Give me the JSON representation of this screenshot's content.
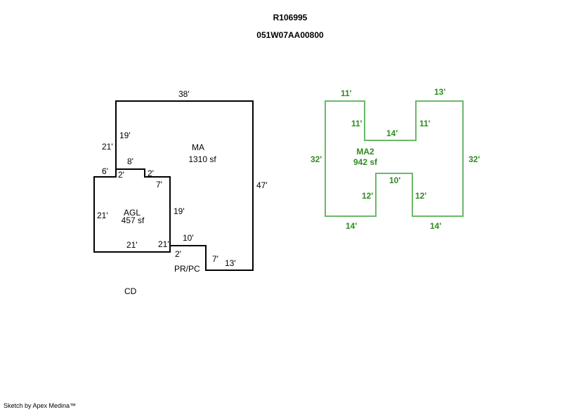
{
  "header": {
    "account_id": "R106995",
    "map_tax_lot": "051W07AA00800"
  },
  "sketch_left": {
    "stroke_color": "#000000",
    "areas": [
      {
        "name": "MA",
        "area": "1310 sf"
      },
      {
        "name": "AGL",
        "area": "457 sf"
      },
      {
        "name": "PR/PC",
        "area": ""
      },
      {
        "name": "CD",
        "area": ""
      }
    ],
    "dimensions": {
      "ma_top": "38'",
      "ma_left_outer": "21'",
      "ma_left_inner": "19'",
      "notch_top": "8'",
      "notch_left": "2'",
      "notch_right": "2'",
      "agl_top_left": "6'",
      "agl_top_right": "7'",
      "agl_left": "21'",
      "agl_right": "19'",
      "agl_bottom": "21'",
      "agl_right_lower": "21'",
      "pr_top": "10'",
      "pr_left": "2'",
      "pr_step": "7'",
      "ma_bottom": "13'",
      "ma_right": "47'"
    }
  },
  "sketch_right": {
    "stroke_color": "#6ab86a",
    "label_color": "#2e8b1e",
    "area_name": "MA2",
    "area": "942 sf",
    "dimensions": {
      "top_left": "11'",
      "top_right": "13'",
      "notch_left": "11'",
      "notch_right": "11'",
      "notch_bottom": "14'",
      "left": "32'",
      "right": "32'",
      "bottom_notch_top": "10'",
      "bottom_notch_left": "12'",
      "bottom_notch_right": "12'",
      "bottom_left": "14'",
      "bottom_right": "14'"
    }
  },
  "footer": {
    "credit": "Sketch by Apex Medina™"
  }
}
